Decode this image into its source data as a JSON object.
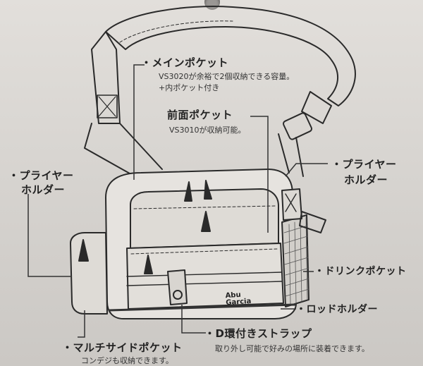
{
  "labels": {
    "main_pocket": "・メインポケット",
    "main_pocket_note1": "VS3020が余裕で2個収納できる容量。",
    "main_pocket_note2": "+内ポケット付き",
    "front_pocket": "前面ポケット",
    "front_pocket_note": "VS3010が収納可能。",
    "plier_left_1": "・プライヤー",
    "plier_left_2": "ホルダー",
    "plier_right_1": "・プライヤー",
    "plier_right_2": "ホルダー",
    "drink_pocket": "・ドリンクポケット",
    "rod_holder": "・ロッドホルダー",
    "d_ring_strap": "・D環付きストラップ",
    "d_ring_note": "取り外し可能で好みの場所に装着できます。",
    "multi_side_pocket": "・マルチサイドポケット",
    "multi_side_note": "コンデジも収納できます。",
    "brand_line1": "Abu",
    "brand_line2": "Garcia"
  }
}
